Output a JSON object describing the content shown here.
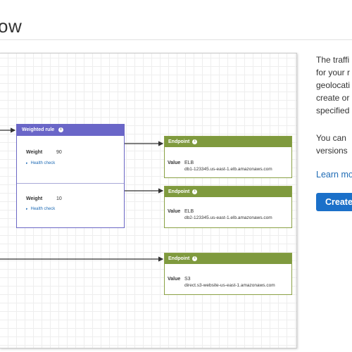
{
  "page": {
    "title": "ow"
  },
  "rule": {
    "title": "Weighted rule",
    "info_icon": "i",
    "records": [
      {
        "weight_label": "Weight",
        "weight_value": "90",
        "health_check": "Health check"
      },
      {
        "weight_label": "Weight",
        "weight_value": "10",
        "health_check": "Health check"
      }
    ]
  },
  "endpoints": [
    {
      "title": "Endpoint",
      "value_label": "Value",
      "type": "ELB",
      "target": "db1-123345.us-east-1.elb.amazonaws.com"
    },
    {
      "title": "Endpoint",
      "value_label": "Value",
      "type": "ELB",
      "target": "db2-123345.us-east-1.elb.amazonaws.com"
    },
    {
      "title": "Endpoint",
      "value_label": "Value",
      "type": "S3",
      "target": "direct.s3-website-us-east-1.amazonaws.com"
    }
  ],
  "sidebar": {
    "lines_1": [
      "The traffi",
      "for your r",
      "geolocati",
      "create or",
      "specified"
    ],
    "lines_2": [
      "You can",
      "versions"
    ],
    "learn_more": "Learn mo",
    "create_button": "Create"
  },
  "colors": {
    "rule_header": "#6a66c8",
    "endpoint_header": "#7f9a3e",
    "link": "#1f6bb5",
    "primary_button": "#1b70c9"
  }
}
